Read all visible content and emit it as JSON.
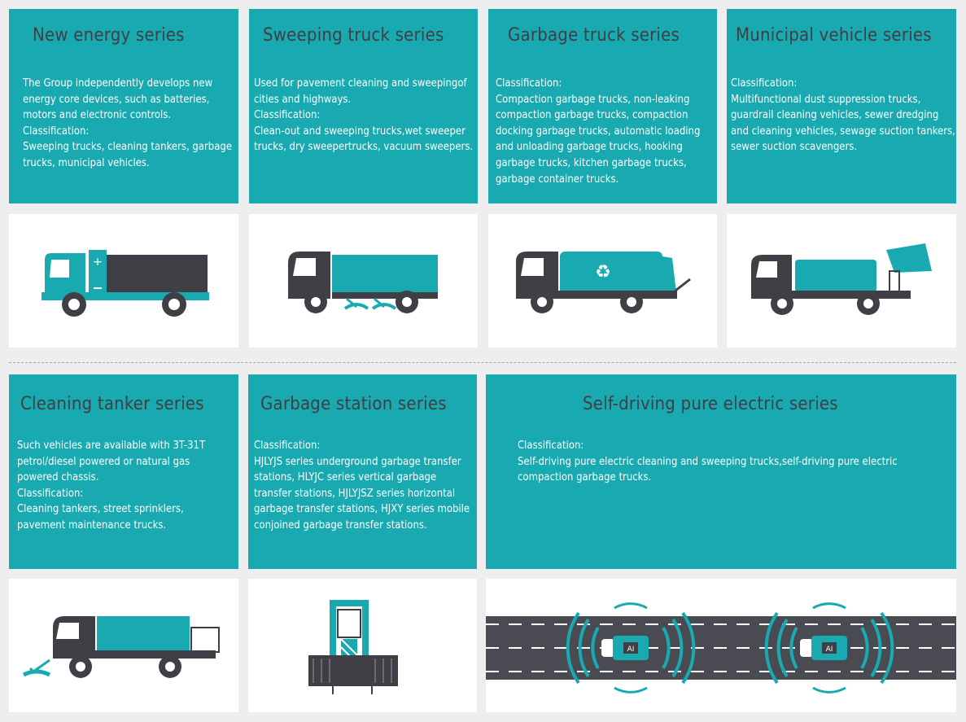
{
  "colors": {
    "teal": "#18aab0",
    "dark": "#3f3f45",
    "background": "#eeeeee",
    "road": "#4a4a52"
  },
  "cards": [
    {
      "title": "New energy series",
      "body": [
        "The Group independently develops new energy core devices, such as batteries, motors and electronic controls.",
        "Classification:",
        "Sweeping trucks, cleaning tankers, garbage trucks, municipal vehicles."
      ],
      "icon": "electric-truck"
    },
    {
      "title": "Sweeping truck series",
      "body": [
        "Used for pavement cleaning and sweepingof cities and highways.",
        "Classification:",
        "Clean-out and sweeping trucks,wet sweeper trucks, dry sweepertrucks, vacuum sweepers."
      ],
      "icon": "sweeper-truck"
    },
    {
      "title": "Garbage truck series",
      "body": [
        "Classification:",
        "Compaction garbage trucks, non-leaking compaction garbage trucks,  compaction docking garbage trucks, automatic loading and unloading garbage trucks, hooking garbage trucks, kitchen garbage trucks, garbage container trucks."
      ],
      "icon": "garbage-truck"
    },
    {
      "title": "Municipal vehicle series",
      "body": [
        "Classification:",
        "Multifunctional dust suppression trucks, guardrail cleaning vehicles, sewer dredging and cleaning vehicles, sewage suction tankers, sewer suction scavengers."
      ],
      "icon": "municipal-truck"
    },
    {
      "title": "Cleaning tanker series",
      "body": [
        "Such vehicles are available with 3T-31T petrol/diesel powered or natural gas powered chassis.",
        "Classification:",
        "Cleaning tankers, street sprinklers, pavement maintenance trucks."
      ],
      "icon": "cleaning-tanker"
    },
    {
      "title": "Garbage station series",
      "body": [
        "Classification:",
        "HJLYJS series underground garbage transfer stations, HLYJC series vertical garbage transfer stations, HJLYJSZ series horizontal garbage transfer stations, HJXY series mobile conjoined garbage transfer stations."
      ],
      "icon": "garbage-station"
    },
    {
      "title": "Self-driving pure electric series",
      "body": [
        "Classification:",
        "Self-driving pure electric cleaning and sweeping trucks,self-driving pure electric compaction garbage trucks."
      ],
      "icon": "self-driving-road"
    }
  ],
  "ai_badge": "AI"
}
